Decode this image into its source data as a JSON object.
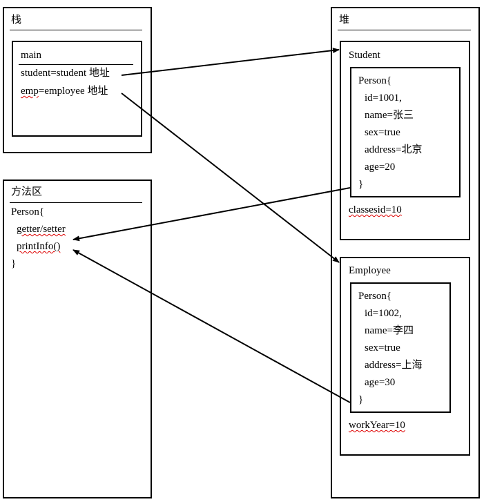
{
  "stack": {
    "title": "栈",
    "frame_title": "main",
    "line_student": "student=student 地址",
    "line_emp_prefix": "emp",
    "line_emp_rest": "=employee 地址"
  },
  "method_area": {
    "title": "方法区",
    "lines": [
      "Person{",
      "getter/setter",
      "printInfo()",
      "}"
    ]
  },
  "heap": {
    "title": "堆",
    "student": {
      "title": "Student",
      "person_lines": [
        "Person{",
        "id=1001,",
        "name=张三",
        "sex=true",
        "address=北京",
        "age=20",
        "}"
      ],
      "extra_field": "classesid=10"
    },
    "employee": {
      "title": "Employee",
      "person_lines": [
        "Person{",
        "id=1002,",
        "name=李四",
        "sex=true",
        "address=上海",
        "age=30",
        "}"
      ],
      "extra_field": "workYear=10"
    }
  }
}
